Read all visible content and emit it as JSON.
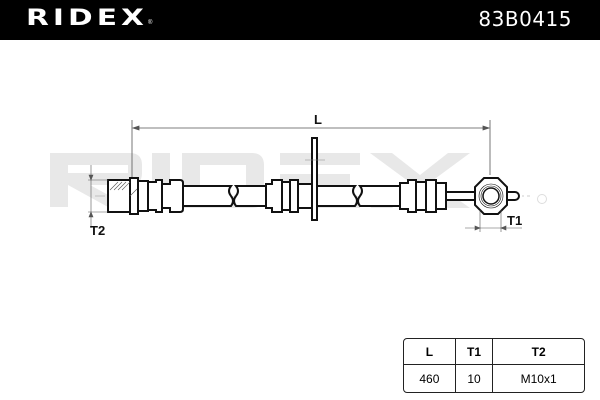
{
  "header": {
    "brand": "RIDEX",
    "brand_mark": "®",
    "part_number": "83B0415"
  },
  "drawing": {
    "title": "Brake hose technical drawing",
    "watermark": "RIDEX",
    "dimension_labels": {
      "length": "L",
      "thread_t1": "T1",
      "thread_t2": "T2"
    }
  },
  "spec_table": {
    "headers": [
      "L",
      "T1",
      "T2"
    ],
    "values": [
      "460",
      "10",
      "M10x1"
    ]
  }
}
